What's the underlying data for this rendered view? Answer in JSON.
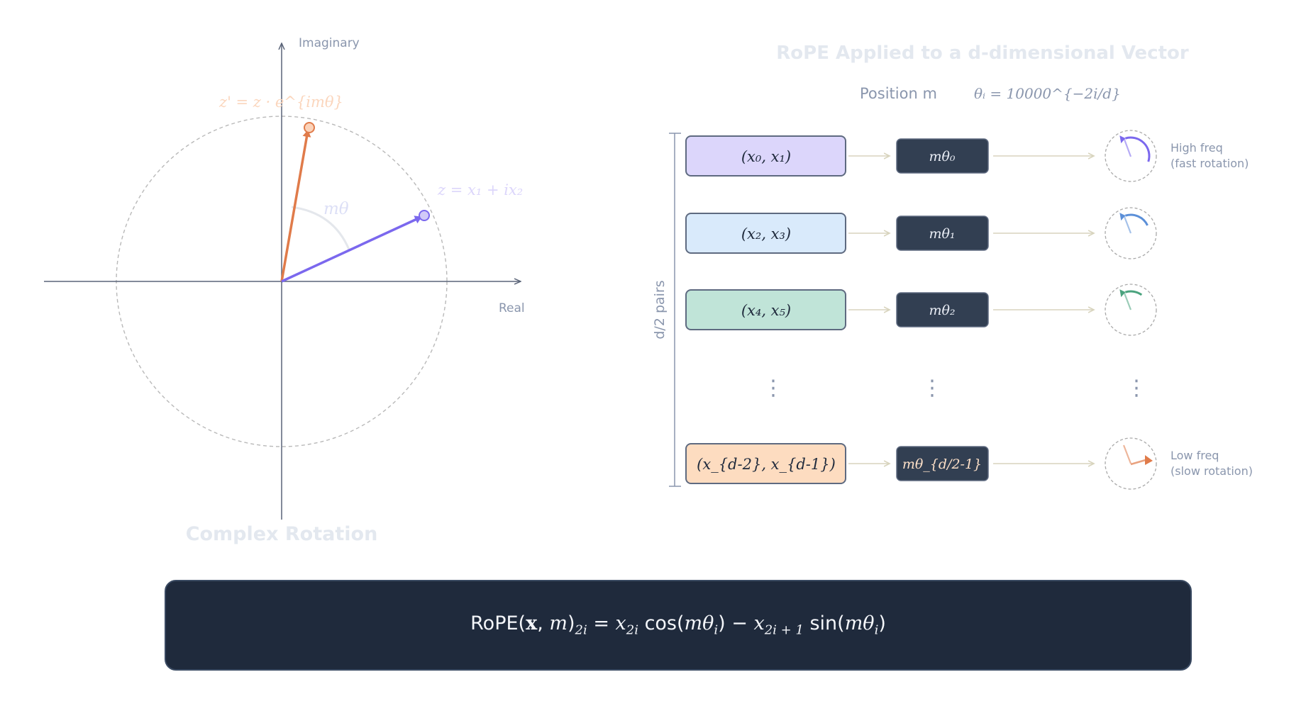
{
  "left_panel": {
    "title": "Complex Rotation",
    "axis_x_label": "Real",
    "axis_y_label": "Imaginary",
    "rotated_label": "z' = z · e^{imθ}",
    "original_label": "z = x₁ + ix₂",
    "angle_label": "mθ",
    "colors": {
      "rotated": "#e07b4a",
      "original": "#7b68ee",
      "circle": "#b9b9b9",
      "axis": "#5a6478"
    }
  },
  "right_panel": {
    "title": "RoPE Applied to a d-dimensional Vector",
    "position_label": "Position m",
    "theta_label": "θᵢ = 10000^{−2i/d}",
    "brace_label": "d/2 pairs",
    "rows": [
      {
        "pair": "(x₀, x₁)",
        "angle": "mθ₀",
        "pair_fill": "#dcd6fb",
        "dial_color": "#7b68ee",
        "dial_fraction": 0.3,
        "note_line1": "High freq",
        "note_line2": "(fast rotation)"
      },
      {
        "pair": "(x₂, x₃)",
        "angle": "mθ₁",
        "pair_fill": "#d9eafb",
        "dial_color": "#5b8fd8",
        "dial_fraction": 0.18,
        "note_line1": "",
        "note_line2": ""
      },
      {
        "pair": "(x₄, x₅)",
        "angle": "mθ₂",
        "pair_fill": "#c0e4d8",
        "dial_color": "#4aa37e",
        "dial_fraction": 0.1,
        "note_line1": "",
        "note_line2": ""
      },
      {
        "pair": "(x_{d-2}, x_{d-1})",
        "angle": "mθ_{d/2-1}",
        "pair_fill": "#fddcc0",
        "dial_color": "#e07b4a",
        "dial_fraction": 0.03,
        "note_line1": "Low freq",
        "note_line2": "(slow rotation)"
      }
    ],
    "ellipsis": "⋮"
  },
  "formula": {
    "rope": "RoPE(",
    "x_bold": "x",
    "comma_m": ", ",
    "m": "m",
    "close_sub": ")",
    "sub_2i": "2i",
    "eq": " = ",
    "x2i": "x",
    "sub_x2i": "2i",
    "cos": " cos(",
    "m_theta_1": "mθ",
    "sub_i1": "i",
    "minus": ") − ",
    "x2i1": "x",
    "sub_x2i1": "2i + 1",
    "sin": " sin(",
    "m_theta_2": "mθ",
    "sub_i2": "i",
    "end": ")"
  }
}
